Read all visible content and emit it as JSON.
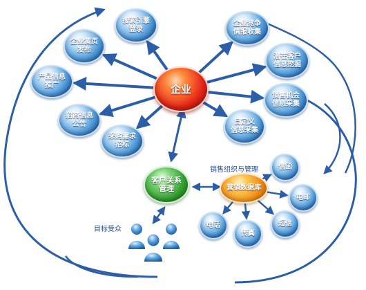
{
  "center": {
    "label": "企业"
  },
  "nodes": [
    {
      "id": "search-engine",
      "label": "搜索引擎\n登录"
    },
    {
      "id": "yellow-pages",
      "label": "企业黄页\n发布"
    },
    {
      "id": "product-promo",
      "label": "产品信息\n推广"
    },
    {
      "id": "investment-bulletin",
      "label": "招商信息\n公告"
    },
    {
      "id": "procurement-bidding",
      "label": "采购需求\n招标"
    },
    {
      "id": "competitive-intel",
      "label": "企业竞争\n情报收集"
    },
    {
      "id": "potential-customer",
      "label": "潜在客户\n信息挖掘"
    },
    {
      "id": "sales-opportunity",
      "label": "销售机会\n信息采集"
    },
    {
      "id": "custom-collection",
      "label": "自定义\n信息采集"
    }
  ],
  "crm": {
    "label": "客户关系\n管理"
  },
  "marketing_db": {
    "label": "营销数据库"
  },
  "channels": [
    {
      "id": "letter",
      "label": "信函"
    },
    {
      "id": "email",
      "label": "电邮"
    },
    {
      "id": "sms",
      "label": "短信"
    },
    {
      "id": "fax",
      "label": "传真"
    },
    {
      "id": "phone",
      "label": "电话"
    }
  ],
  "labels": {
    "sales_org": "销售组织与管理",
    "target_audience": "目标受众"
  },
  "colors": {
    "arrow": "#2c5ea8",
    "center": "#e8271a",
    "nodes": "#2f75c2",
    "crm": "#2f9a2c",
    "marketing": "#f08c13"
  }
}
